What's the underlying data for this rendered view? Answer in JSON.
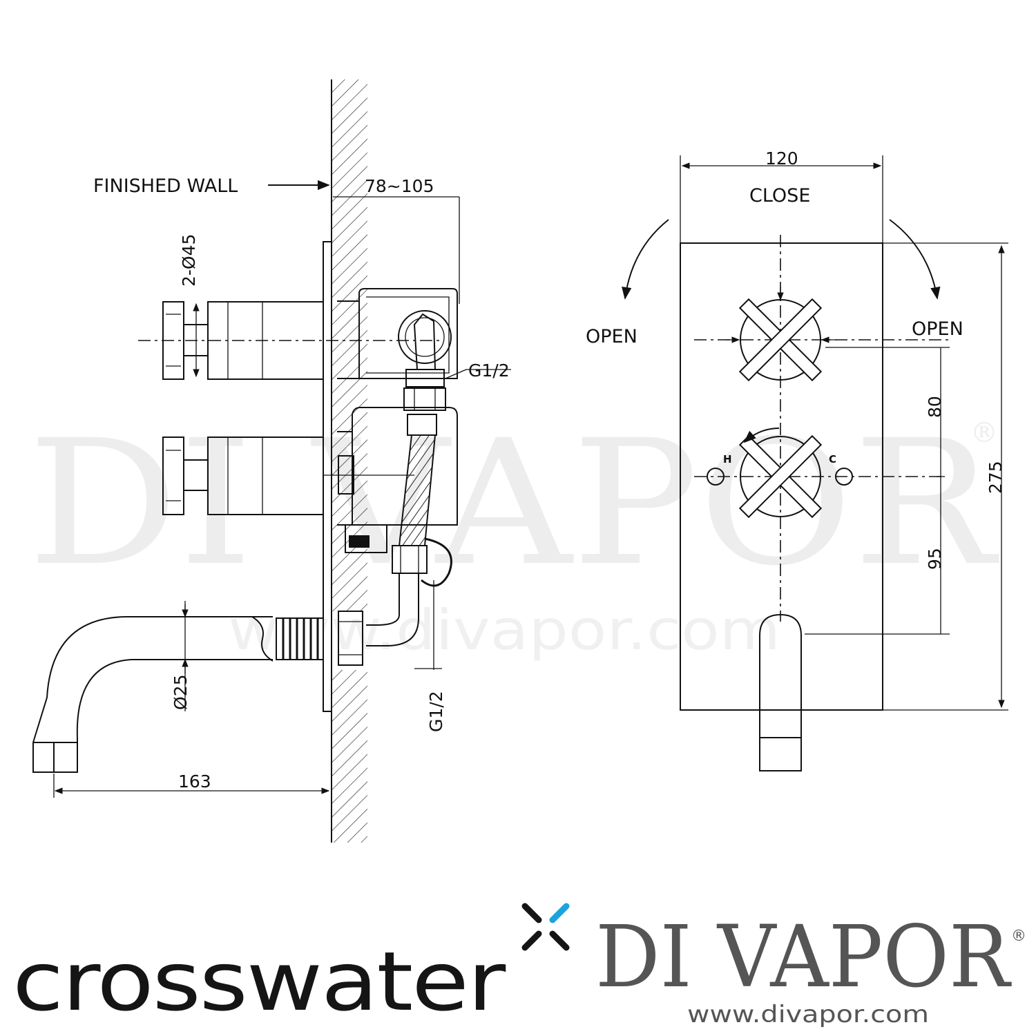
{
  "side_view": {
    "wall_label": "FINISHED WALL",
    "depth_dim": "78~105",
    "handle_dim": "2-Ø45",
    "inlet_top": "G1/2",
    "inlet_bottom": "G1/2",
    "spout_dia": "Ø25",
    "spout_length": "163"
  },
  "front_view": {
    "width_dim": "120",
    "close_label": "CLOSE",
    "open_left": "OPEN",
    "open_right": "OPEN",
    "dim_80": "80",
    "dim_95": "95",
    "dim_275": "275",
    "hot_mark": "H",
    "cold_mark": "C"
  },
  "watermark": {
    "text": "DI VAPOR",
    "reg": "®",
    "url": "www.divapor.com"
  },
  "footer": {
    "crosswater": "crosswater",
    "divapor": "DI VAPOR",
    "divapor_reg": "®",
    "divapor_url": "www.divapor.com",
    "accent_color": "#1aa3dd"
  }
}
